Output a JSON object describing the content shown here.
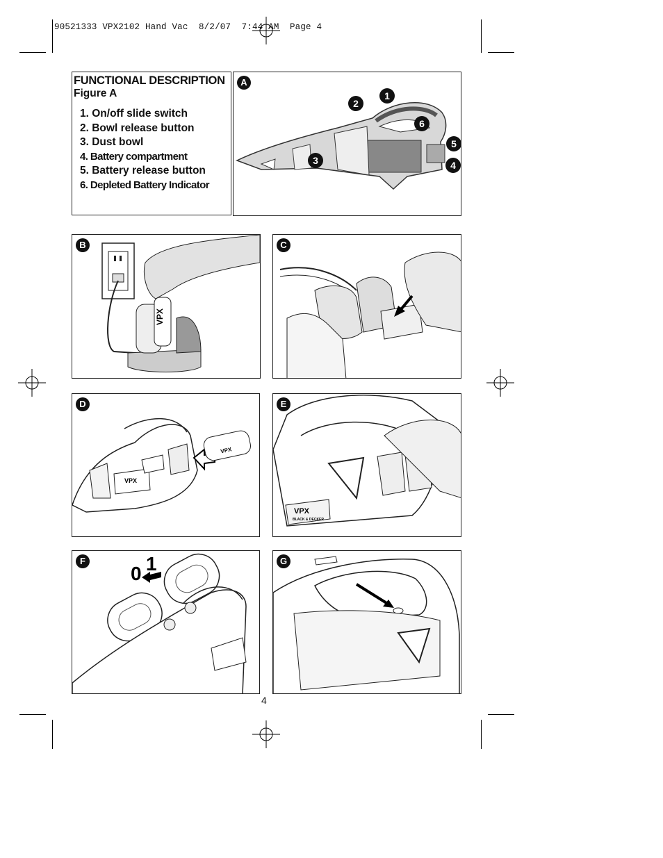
{
  "slug": {
    "job": "90521333",
    "model": "VPX2102",
    "product": "Hand Vac",
    "date": "8/2/07",
    "time": "7:44 AM",
    "page_label": "Page 4"
  },
  "description": {
    "title": "FUNCTIONAL DESCRIPTION",
    "figure": "Figure A",
    "items": [
      "1. On/off slide switch",
      "2. Bowl release button",
      "3. Dust bowl",
      "4. Battery compartment",
      "5. Battery release button",
      "6. Depleted Battery Indicator"
    ]
  },
  "figures": {
    "a": "A",
    "b": "B",
    "c": "C",
    "d": "D",
    "e": "E",
    "f": "F",
    "g": "G"
  },
  "callouts": [
    "1",
    "2",
    "3",
    "4",
    "5",
    "6"
  ],
  "figure_texts": {
    "vpx": "VPX",
    "brand": "BLACK & DECKER",
    "switch_on": "1",
    "switch_off": "0"
  },
  "page_number": "4"
}
